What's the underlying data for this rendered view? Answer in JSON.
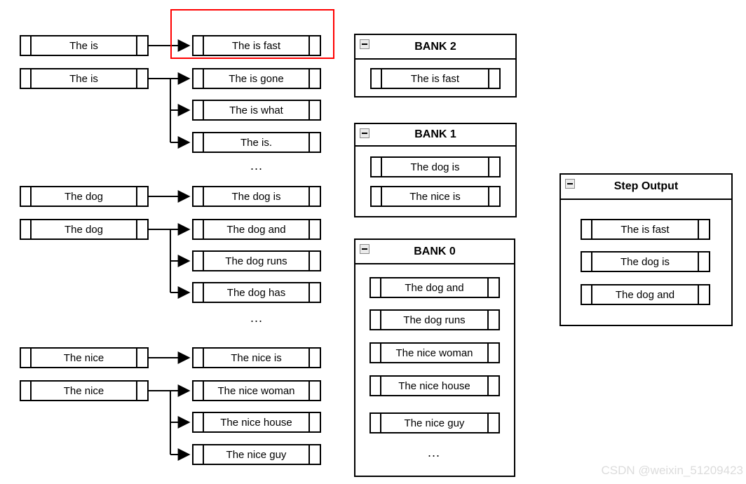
{
  "diagram": {
    "groups": [
      {
        "source": "The is",
        "targets": [
          "The is fast"
        ]
      },
      {
        "source": "The is",
        "targets": [
          "The is gone",
          "The is what",
          "The is."
        ],
        "more": "..."
      },
      {
        "source": "The dog",
        "targets": [
          "The dog is"
        ]
      },
      {
        "source": "The dog",
        "targets": [
          "The dog and",
          "The dog runs",
          "The dog has"
        ],
        "more": "..."
      },
      {
        "source": "The nice",
        "targets": [
          "The nice is"
        ]
      },
      {
        "source": "The nice",
        "targets": [
          "The nice woman",
          "The nice house",
          "The nice guy"
        ]
      }
    ]
  },
  "panels": {
    "bank2": {
      "title": "BANK 2",
      "items": [
        "The is fast"
      ]
    },
    "bank1": {
      "title": "BANK 1",
      "items": [
        "The dog is",
        "The nice is"
      ]
    },
    "bank0": {
      "title": "BANK 0",
      "items": [
        "The dog and",
        "The dog runs",
        "The nice woman",
        "The nice house",
        "The nice guy"
      ],
      "more": "..."
    },
    "step_output": {
      "title": "Step Output",
      "items": [
        "The is fast",
        "The dog is",
        "The dog and"
      ]
    }
  },
  "colors": {
    "highlight": "#ff0000",
    "box_border": "#000000",
    "watermark": "#dcdcdc"
  },
  "watermark": "CSDN @weixin_51209423"
}
